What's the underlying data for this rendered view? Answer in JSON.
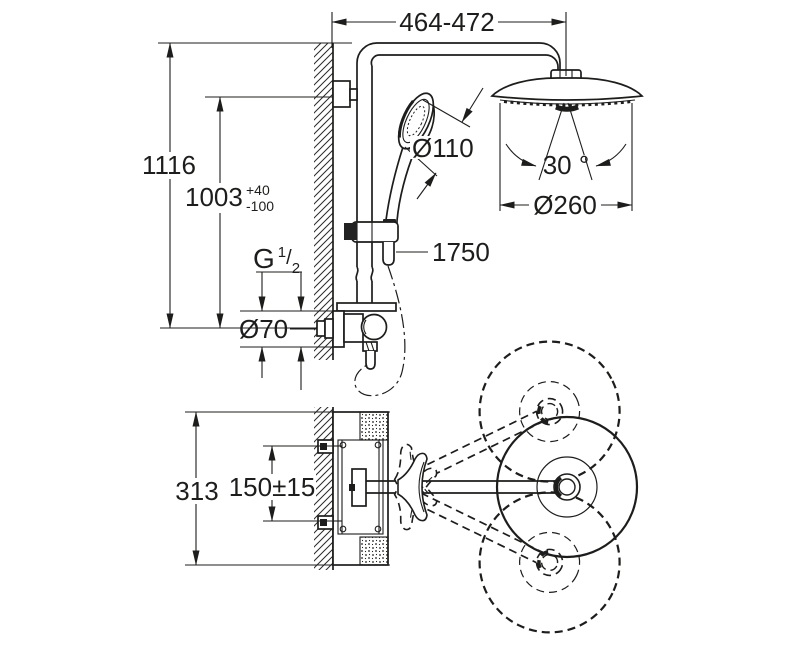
{
  "colors": {
    "background": "#ffffff",
    "line": "#1d1d1b"
  },
  "labels": {
    "top_width": "464-472",
    "total_height": "1116",
    "outlet_height": "1003",
    "outlet_tol_plus": "+40",
    "outlet_tol_minus": "-100",
    "hand_shower_diameter": "Ø110",
    "hose_length": "1750",
    "spray_angle": "30 °",
    "head_diameter": "Ø260",
    "thread_letter": "G",
    "thread_numerator": "1",
    "thread_slash": "/",
    "thread_denominator": "2",
    "escutcheon_diameter": "Ø70",
    "profile_height": "313",
    "connection_spacing": "150±15"
  }
}
